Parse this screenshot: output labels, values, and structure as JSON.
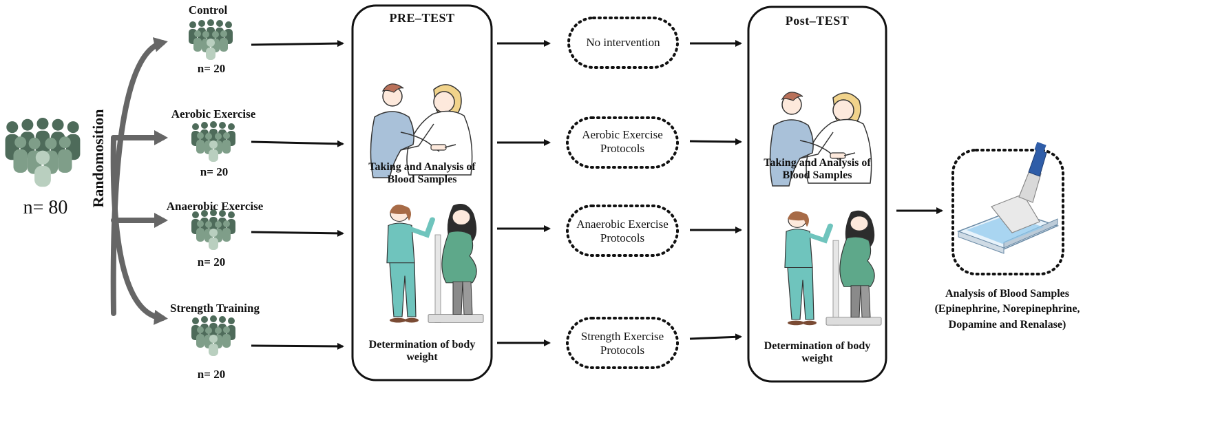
{
  "population": {
    "label": "n= 80"
  },
  "randomization_label": "Randomosition",
  "groups": [
    {
      "name": "Control",
      "n": "n= 20"
    },
    {
      "name": "Aerobic Exercise",
      "n": "n= 20"
    },
    {
      "name": "Anaerobic Exercise",
      "n": "n= 20"
    },
    {
      "name": "Strength Training",
      "n": "n= 20"
    }
  ],
  "pretest": {
    "title": "PRE–TEST",
    "blood_caption": "Taking and Analysis of Blood Samples",
    "weight_caption": "Determination of body weight"
  },
  "interventions": [
    "No intervention",
    "Aerobic Exercise Protocols",
    "Anaerobic Exercise Protocols",
    "Strength Exercise Protocols"
  ],
  "posttest": {
    "title": "Post–TEST",
    "blood_caption": "Taking and Analysis of Blood Samples",
    "weight_caption": "Determination of body weight"
  },
  "final_analysis": {
    "caption": "Analysis of Blood Samples (Epinephrine, Norepinephrine, Dopamine and Renalase)"
  },
  "colors": {
    "people_dark": "#4e6b5a",
    "people_mid": "#7f9e89",
    "people_light": "#b9cfbf",
    "arrow_gray": "#666666",
    "patient_shirt": "#a9c1d9",
    "nurse_scrubs": "#6fc4bd",
    "pregnant_dress": "#5ea88a"
  }
}
